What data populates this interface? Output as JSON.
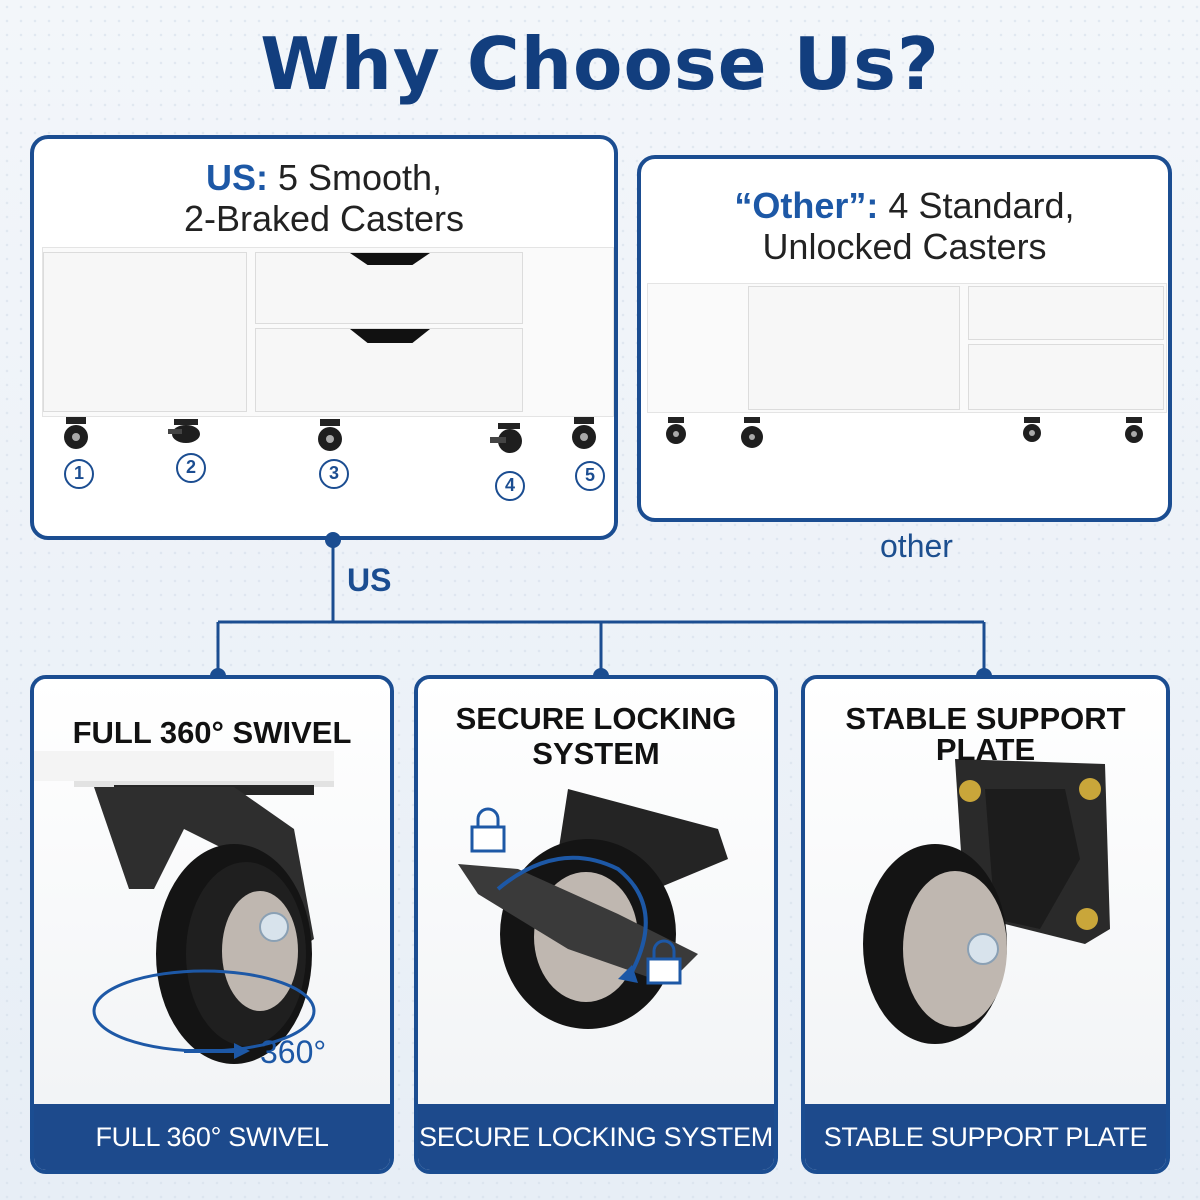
{
  "page_title": "Why Choose Us?",
  "comparison": {
    "us": {
      "highlight": "US:",
      "line1_rest": " 5 Smooth,",
      "line2": "2-Braked Casters",
      "caster_numbers": [
        "1",
        "2",
        "3",
        "4",
        "5"
      ]
    },
    "other": {
      "highlight": "“Other”:",
      "line1_rest": " 4 Standard,",
      "line2": "Unlocked Casters",
      "caption": "other"
    }
  },
  "connector_label": "US",
  "features": [
    {
      "title": "FULL 360° SWIVEL",
      "footer": "FULL 360° SWIVEL",
      "icon": "swivel-caster",
      "ring_label": "360°"
    },
    {
      "title_line1": "SECURE LOCKING",
      "title_line2": "SYSTEM",
      "footer": "SECURE LOCKING SYSTEM",
      "icon": "locking-caster"
    },
    {
      "title_line1": "STABLE SUPPORT",
      "title_line2": "PLATE",
      "footer": "STABLE SUPPORT PLATE",
      "icon": "plate-caster"
    }
  ],
  "colors": {
    "primary": "#1b4d91",
    "title": "#123e7e",
    "accent": "#1d58a6"
  }
}
